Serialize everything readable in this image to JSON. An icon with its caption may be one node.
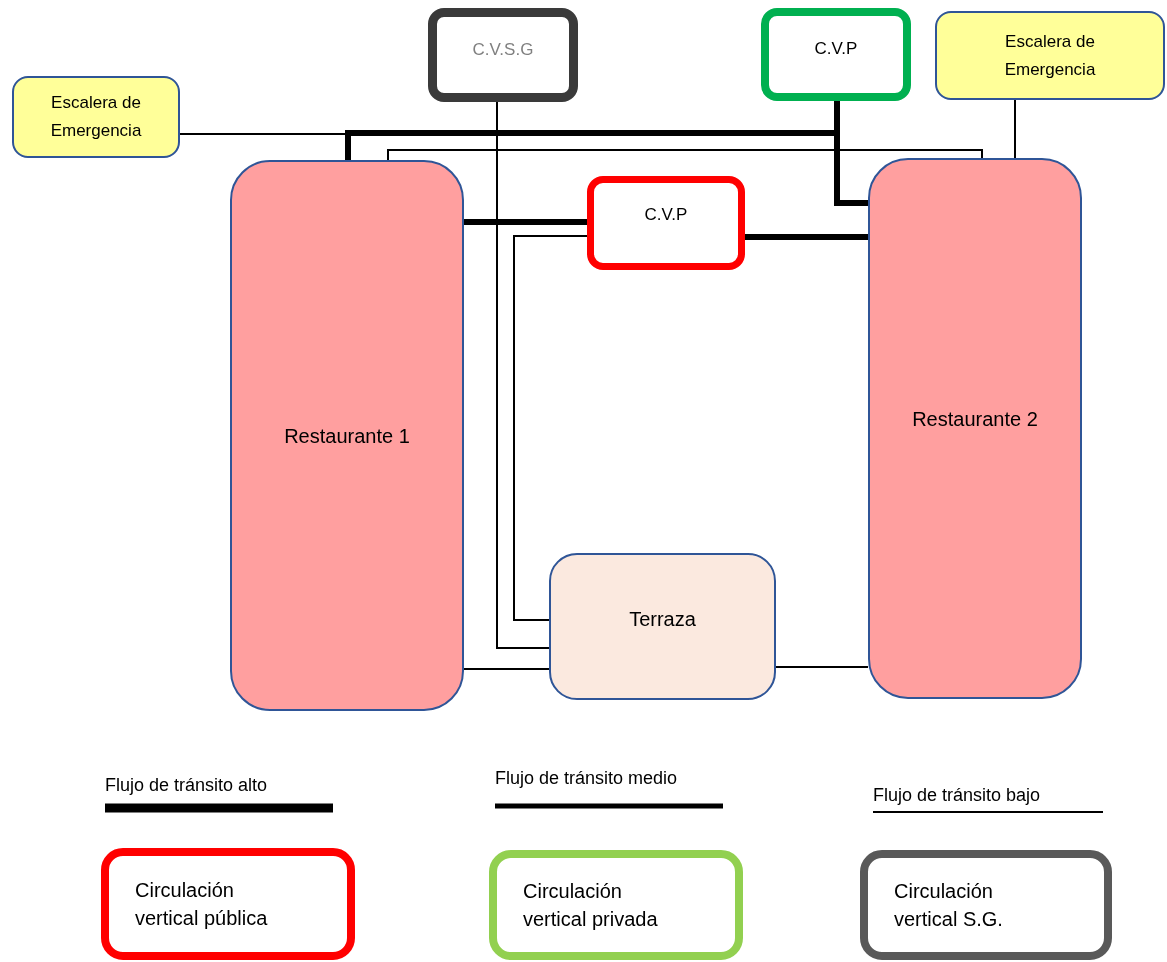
{
  "diagram": {
    "nodes": [
      {
        "text": [
          "Escalera de Emergencia"
        ]
      },
      {
        "text": [
          "C.V.S.G"
        ]
      },
      {
        "text": [
          "C.V.P"
        ]
      },
      {
        "text": [
          "Escalera de Emergencia"
        ]
      },
      {
        "text": [
          "Restaurante 1"
        ]
      },
      {
        "text": [
          "C.V.P"
        ]
      },
      {
        "text": [
          "Restaurante 2"
        ]
      },
      {
        "text": [
          "Terraza"
        ]
      }
    ],
    "edges": [
      {
        "from": 2,
        "to": 4,
        "arrow": "none",
        "style": "thick"
      },
      {
        "from": 2,
        "to": 6,
        "arrow": "none",
        "style": "thick"
      },
      {
        "from": 0,
        "to": 4,
        "arrow": "none"
      },
      {
        "from": 4,
        "to": 6,
        "arrow": "none"
      },
      {
        "from": 3,
        "to": 6,
        "arrow": "none"
      },
      {
        "from": 1,
        "to": 7,
        "arrow": "none"
      },
      {
        "from": 4,
        "to": 5,
        "arrow": "none",
        "style": "thick"
      },
      {
        "from": 5,
        "to": 6,
        "arrow": "none",
        "style": "thick"
      },
      {
        "from": 5,
        "to": 7,
        "arrow": "none"
      },
      {
        "from": 4,
        "to": 7,
        "arrow": "none"
      },
      {
        "from": 7,
        "to": 6,
        "arrow": "none"
      }
    ],
    "legend": [
      {
        "text": "Flujo de tránsito alto"
      },
      {
        "text": "Flujo de tránsito medio"
      },
      {
        "text": "Flujo de tránsito bajo"
      },
      {
        "text": "Circulación vertical pública",
        "color": "#ff0000"
      },
      {
        "text": "Circulación vertical privada",
        "color": "#92d050"
      },
      {
        "text": "Circulación vertical S.G.",
        "color": "#595959"
      }
    ]
  }
}
